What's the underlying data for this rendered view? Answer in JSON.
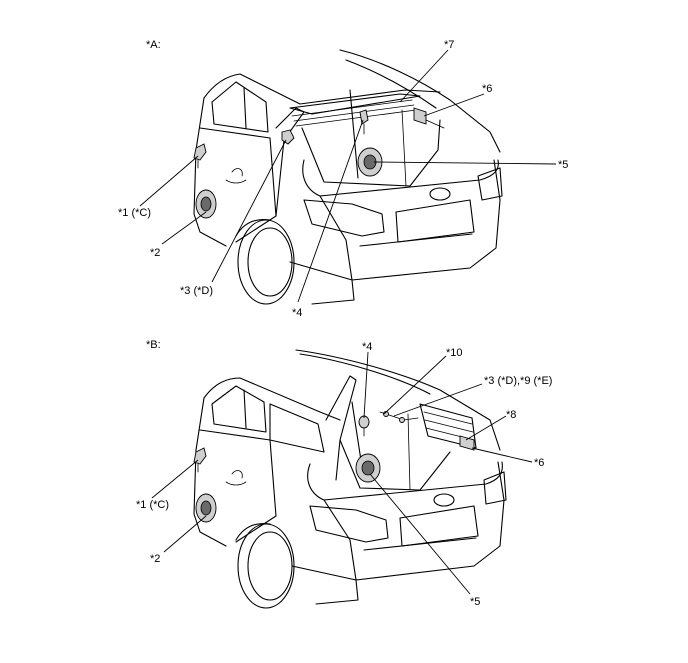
{
  "figures": [
    {
      "id": "A",
      "heading": "*A:",
      "callouts": [
        "*1 (*C)",
        "*2",
        "*3 (*D)",
        "*4",
        "*5",
        "*6",
        "*7"
      ]
    },
    {
      "id": "B",
      "heading": "*B:",
      "callouts": [
        "*1 (*C)",
        "*2",
        "*4",
        "*5",
        "*6",
        "*8",
        "*10",
        "*3 (*D),*9 (*E)"
      ]
    }
  ]
}
